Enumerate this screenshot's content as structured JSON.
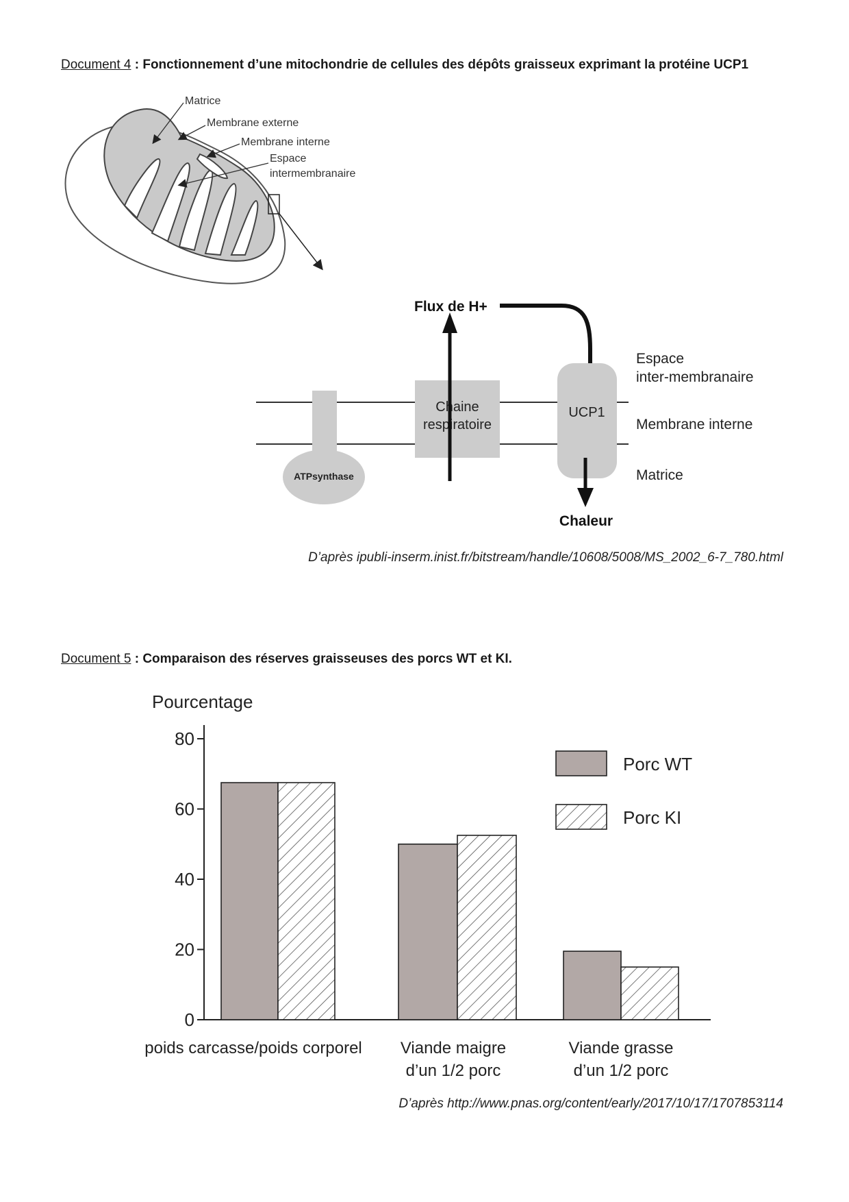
{
  "doc4": {
    "label": "Document 4",
    "title": " : Fonctionnement d’une mitochondrie de cellules des dépôts graisseux exprimant la protéine UCP1",
    "mito_labels": {
      "matrice": "Matrice",
      "membrane_externe": "Membrane externe",
      "membrane_interne": "Membrane interne",
      "espace_line1": "Espace",
      "espace_line2": "intermembranaire"
    },
    "membrane": {
      "flux": "Flux de H+",
      "chaine_line1": "Chaine",
      "chaine_line2": "respiratoire",
      "ucp1": "UCP1",
      "atp": "ATPsynthase",
      "chaleur": "Chaleur",
      "espace_line1": "Espace",
      "espace_line2": "inter-membranaire",
      "membrane_interne": "Membrane interne",
      "matrice": "Matrice"
    },
    "source": "D’après ipubli-inserm.inist.fr/bitstream/handle/10608/5008/MS_2002_6-7_780.html"
  },
  "doc5": {
    "label": "Document 5",
    "title": " : Comparaison des réserves graisseuses des porcs WT et KI.",
    "source": "D’après http://www.pnas.org/content/early/2017/10/17/1707853114"
  },
  "chart_data": {
    "type": "bar",
    "ylabel": "Pourcentage",
    "categories": [
      [
        "poids carcasse/poids corporel"
      ],
      [
        "Viande maigre",
        "d’un 1/2 porc"
      ],
      [
        "Viande grasse",
        "d’un 1/2 porc"
      ]
    ],
    "series": [
      {
        "name": "Porc WT",
        "values": [
          67.5,
          50,
          19.5
        ],
        "color": "#b2a8a6",
        "pattern": "solid"
      },
      {
        "name": "Porc KI",
        "values": [
          67.5,
          52.5,
          15
        ],
        "color": "#ffffff",
        "pattern": "hatched"
      }
    ],
    "ylim": [
      0,
      80
    ],
    "yticks": [
      0,
      20,
      40,
      60,
      80
    ],
    "legend_position": "top-right",
    "grid": false
  }
}
